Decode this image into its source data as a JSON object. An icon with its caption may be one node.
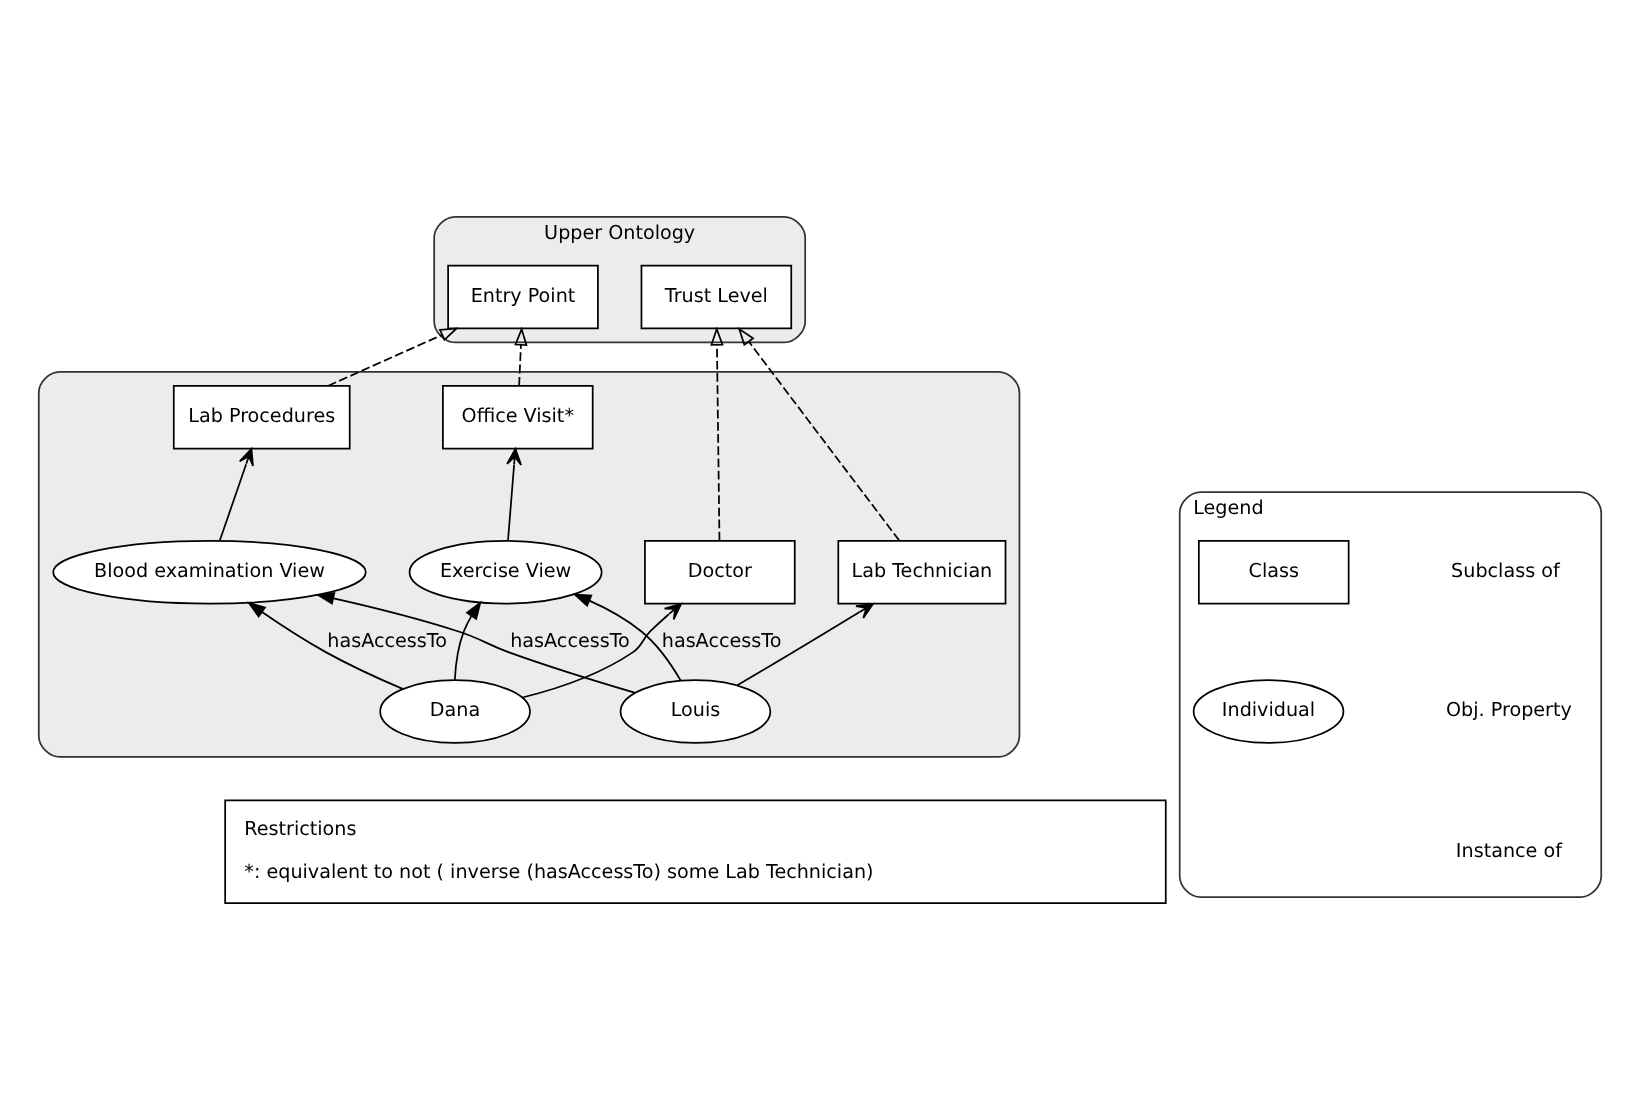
{
  "diagram": {
    "nodes": [
      {
        "text": [
          "Upper Ontology"
        ]
      },
      {
        "text": [
          "Trust Level"
        ],
        "in": 0
      },
      {
        "text": [
          "Entry Point"
        ],
        "in": 0
      },
      {
        "text": [],
        "shape": "box"
      },
      {
        "text": [
          "Doctor"
        ],
        "in": 3
      },
      {
        "text": [
          "Lab Technician"
        ],
        "in": 3
      },
      {
        "text": [
          "Lab Procedures"
        ],
        "in": 3
      },
      {
        "text": [
          "Office Visit*"
        ],
        "in": 3
      },
      {
        "text": [
          "Dana"
        ],
        "in": 3
      },
      {
        "text": [
          "Blood examination View"
        ],
        "in": 3
      },
      {
        "text": [
          "Exercise View"
        ],
        "in": 3
      },
      {
        "text": [
          "Louis"
        ],
        "in": 3
      },
      {
        "text": [
          "Legend"
        ]
      },
      {
        "text": [
          "Class"
        ],
        "in": 12
      },
      {
        "text": [
          "Individual"
        ],
        "in": 12
      },
      {
        "text": [
          "Restrictions",
          "*: equivalent to not ( inverse (hasAccessTo) some Lab Technician)"
        ]
      }
    ],
    "edges": [
      {
        "from": 4,
        "to": 1,
        "arrow": "to",
        "style": "dashed"
      },
      {
        "from": 5,
        "to": 1,
        "arrow": "to",
        "style": "dashed"
      },
      {
        "from": 6,
        "to": 2,
        "arrow": "to",
        "style": "dashed"
      },
      {
        "from": 7,
        "to": 2,
        "arrow": "to",
        "style": "dashed"
      },
      {
        "from": 8,
        "to": 4,
        "arrow": "to"
      },
      {
        "from": 11,
        "to": 5,
        "arrow": "to"
      },
      {
        "from": 9,
        "to": 6,
        "arrow": "to"
      },
      {
        "from": 10,
        "to": 7,
        "arrow": "to"
      },
      {
        "from": 11,
        "to": 9,
        "arrow": "to",
        "label": "hasAccessTo"
      },
      {
        "from": 11,
        "to": 10,
        "arrow": "to",
        "label": "hasAccessTo"
      },
      {
        "from": 8,
        "to": 9,
        "arrow": "to",
        "label": "hasAccessTo"
      },
      {
        "from": 8,
        "to": 10,
        "arrow": "to"
      }
    ],
    "legend": [
      {
        "text": "Subclass of"
      },
      {
        "text": "Obj. Property"
      },
      {
        "text": "Instance of"
      }
    ]
  }
}
